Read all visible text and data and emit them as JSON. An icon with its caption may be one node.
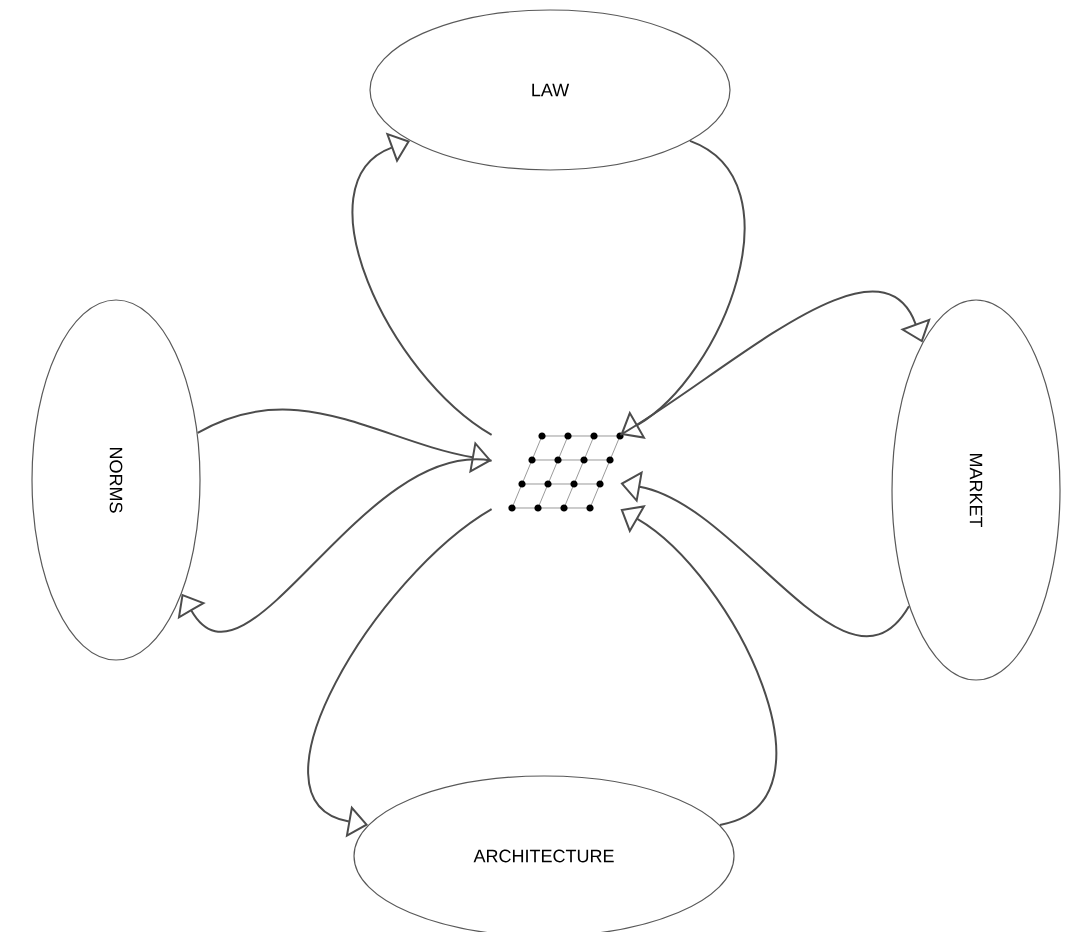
{
  "diagram": {
    "nodes": [
      {
        "text": [
          "LAW"
        ]
      },
      {
        "text": [
          "NORMS"
        ]
      },
      {
        "text": [],
        "shape": "picture"
      },
      {
        "text": [
          "MARKET"
        ]
      },
      {
        "text": [
          "ARCHITECTURE"
        ]
      }
    ],
    "edges": [
      {
        "from": 2,
        "to": 0,
        "arrow": "to"
      },
      {
        "from": 0,
        "to": 2,
        "arrow": "to"
      },
      {
        "from": 2,
        "to": 1,
        "arrow": "to"
      },
      {
        "from": 1,
        "to": 2,
        "arrow": "to"
      },
      {
        "from": 2,
        "to": 3,
        "arrow": "to"
      },
      {
        "from": 3,
        "to": 2,
        "arrow": "to"
      },
      {
        "from": 2,
        "to": 4,
        "arrow": "to"
      },
      {
        "from": 4,
        "to": 2,
        "arrow": "to"
      }
    ]
  }
}
